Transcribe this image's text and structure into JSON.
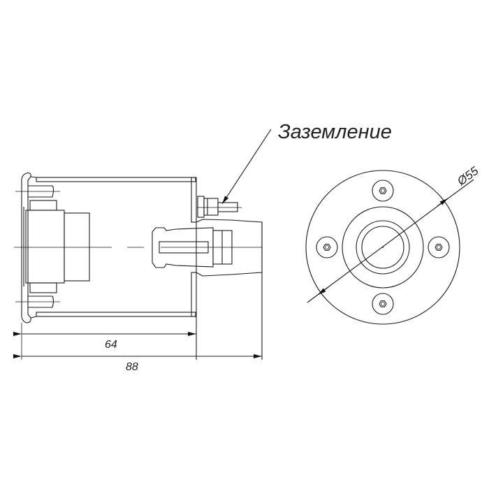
{
  "drawing": {
    "callout_label": "Заземление",
    "dimensions": {
      "inner_length": "64",
      "overall_length": "88",
      "flange_diameter": "Ø55"
    },
    "line_color": "#1a1a1a"
  }
}
